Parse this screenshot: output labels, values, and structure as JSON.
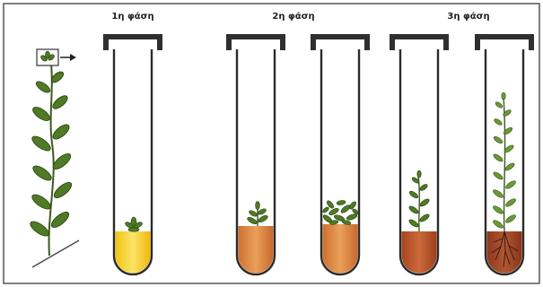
{
  "phases": [
    {
      "label": "1η φάση"
    },
    {
      "label": "2η φάση"
    },
    {
      "label": "3η φάση"
    }
  ],
  "media_colors": {
    "phase1": "#f5d21a",
    "phase2": "#d9843a",
    "phase3": "#b5502a",
    "phase3_rooted": "#9a4226"
  },
  "arrow_icon": "arrow-right-icon"
}
